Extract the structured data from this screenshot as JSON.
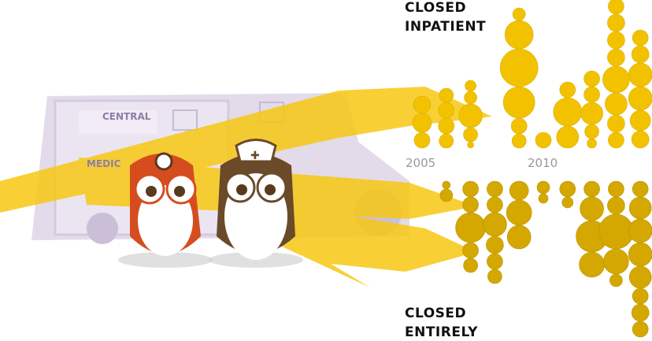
{
  "chart_data": {
    "type": "scatter",
    "title": "",
    "series": [
      {
        "name": "CLOSED INPATIENT",
        "direction": "up"
      },
      {
        "name": "CLOSED ENTIRELY",
        "direction": "down"
      }
    ],
    "tick_labels": [
      "2005",
      "2010"
    ],
    "columns": [
      {
        "year": 2005,
        "closed_inpatient": [
          2.0,
          2.4,
          2.2
        ],
        "closed_entirely": []
      },
      {
        "year": 2006,
        "closed_inpatient": [
          1.8,
          2.0,
          2.0,
          1.8
        ],
        "closed_entirely": [
          1.0,
          1.6
        ]
      },
      {
        "year": 2007,
        "closed_inpatient": [
          0.8,
          1.8,
          3.0,
          1.6,
          1.4
        ],
        "closed_entirely": [
          2.0,
          2.0,
          3.8,
          2.0,
          1.8
        ]
      },
      {
        "year": 2008,
        "closed_inpatient": [],
        "closed_entirely": [
          2.0,
          2.0,
          3.0,
          2.2,
          2.0,
          1.8
        ]
      },
      {
        "year": 2009,
        "closed_inpatient": [
          1.8,
          2.0,
          4.0,
          4.8,
          3.6,
          1.6
        ],
        "closed_entirely": [
          2.4,
          3.2,
          3.0
        ]
      },
      {
        "year": 2010,
        "closed_inpatient": [
          2.0
        ],
        "closed_entirely": [
          1.6,
          1.2
        ]
      },
      {
        "year": 2011,
        "closed_inpatient": [
          2.8,
          3.6,
          2.0
        ],
        "closed_entirely": [
          2.0,
          1.4
        ]
      },
      {
        "year": 2012,
        "closed_inpatient": [
          1.2,
          1.8,
          2.8,
          2.0,
          2.0
        ],
        "closed_entirely": [
          2.0,
          3.0,
          4.0,
          3.2
        ]
      },
      {
        "year": 2013,
        "closed_inpatient": [
          2.0,
          2.2,
          2.8,
          3.4,
          2.2,
          2.2,
          2.2,
          2.0
        ],
        "closed_entirely": [
          2.0,
          2.2,
          4.4,
          3.2,
          1.6
        ]
      },
      {
        "year": 2014,
        "closed_inpatient": [
          2.2,
          2.6,
          3.0,
          3.0,
          2.2,
          2.0
        ],
        "closed_entirely": [
          2.0,
          2.8,
          3.0,
          3.0,
          2.8,
          2.0,
          2.2,
          2.0
        ]
      }
    ],
    "colors": {
      "closed_inpatient": "#f2c200",
      "closed_entirely": "#d4a800",
      "arrows": "#f7c813",
      "ambulance": "#d8cfe2"
    }
  },
  "labels": {
    "top": [
      "CLOSED",
      "INPATIENT"
    ],
    "bottom": [
      "CLOSED",
      "ENTIRELY"
    ]
  },
  "illustration": {
    "ambulance_text": [
      "CENTRAL",
      "MEDIC"
    ]
  }
}
